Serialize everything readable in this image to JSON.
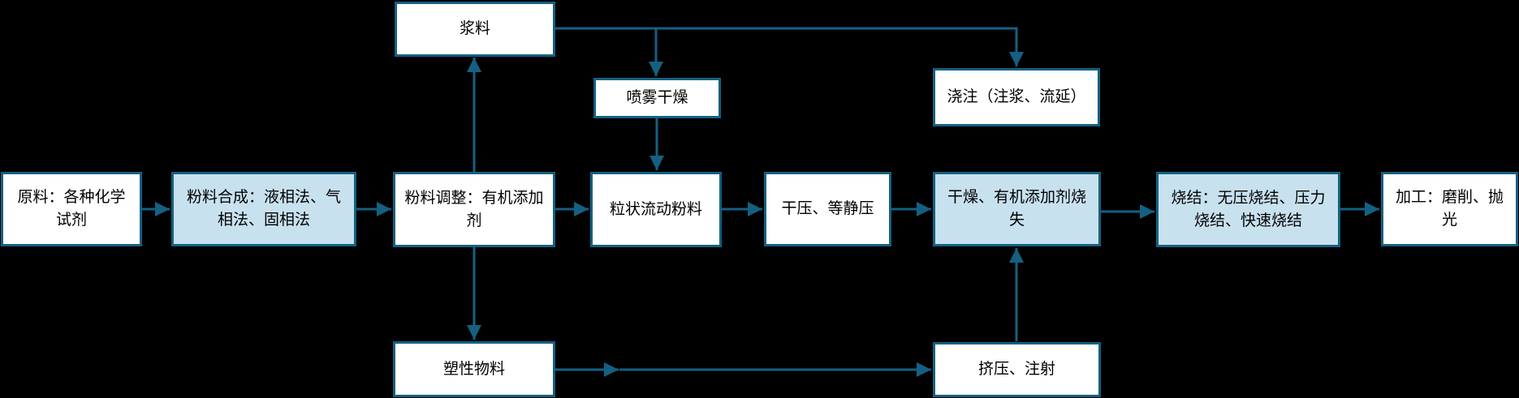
{
  "diagram": {
    "type": "flowchart",
    "colors": {
      "background": "#000000",
      "line": "#156082",
      "box_border": "#156082",
      "box_fill_plain": "#FFFFFF",
      "box_fill_highlight": "#C8E1EF",
      "text": "#000000"
    },
    "nodes": [
      {
        "id": "slurry",
        "label": "浆料",
        "highlighted": false
      },
      {
        "id": "spray-drying",
        "label": "喷雾干燥",
        "highlighted": false
      },
      {
        "id": "casting",
        "label": "浇注（注浆、流延）",
        "highlighted": false
      },
      {
        "id": "raw-materials",
        "label": "原料：各种化学试剂",
        "highlighted": false
      },
      {
        "id": "powder-synthesis",
        "label": "粉料合成：液相法、气相法、固相法",
        "highlighted": true
      },
      {
        "id": "powder-adjustment",
        "label": "粉料调整：有机添加剂",
        "highlighted": false
      },
      {
        "id": "granular-powder",
        "label": "粒状流动粉料",
        "highlighted": false
      },
      {
        "id": "dry-pressing",
        "label": "干压、等静压",
        "highlighted": false
      },
      {
        "id": "drying-burnout",
        "label": "干燥、有机添加剂烧失",
        "highlighted": true
      },
      {
        "id": "sintering",
        "label": "烧结：无压烧结、压力烧结、快速烧结",
        "highlighted": true
      },
      {
        "id": "machining",
        "label": "加工：磨削、抛光",
        "highlighted": false
      },
      {
        "id": "plastic-material",
        "label": "塑性物料",
        "highlighted": false
      },
      {
        "id": "extrusion-injection",
        "label": "挤压、注射",
        "highlighted": false
      }
    ],
    "edges": [
      {
        "from": "raw-materials",
        "to": "powder-synthesis"
      },
      {
        "from": "powder-synthesis",
        "to": "powder-adjustment"
      },
      {
        "from": "powder-adjustment",
        "to": "granular-powder"
      },
      {
        "from": "granular-powder",
        "to": "dry-pressing"
      },
      {
        "from": "dry-pressing",
        "to": "drying-burnout"
      },
      {
        "from": "drying-burnout",
        "to": "sintering"
      },
      {
        "from": "sintering",
        "to": "machining"
      },
      {
        "from": "powder-adjustment",
        "to": "slurry"
      },
      {
        "from": "slurry",
        "to": "spray-drying"
      },
      {
        "from": "slurry",
        "to": "casting"
      },
      {
        "from": "spray-drying",
        "to": "granular-powder"
      },
      {
        "from": "powder-adjustment",
        "to": "plastic-material"
      },
      {
        "from": "plastic-material",
        "to": "extrusion-injection"
      },
      {
        "from": "extrusion-injection",
        "to": "drying-burnout"
      }
    ]
  }
}
